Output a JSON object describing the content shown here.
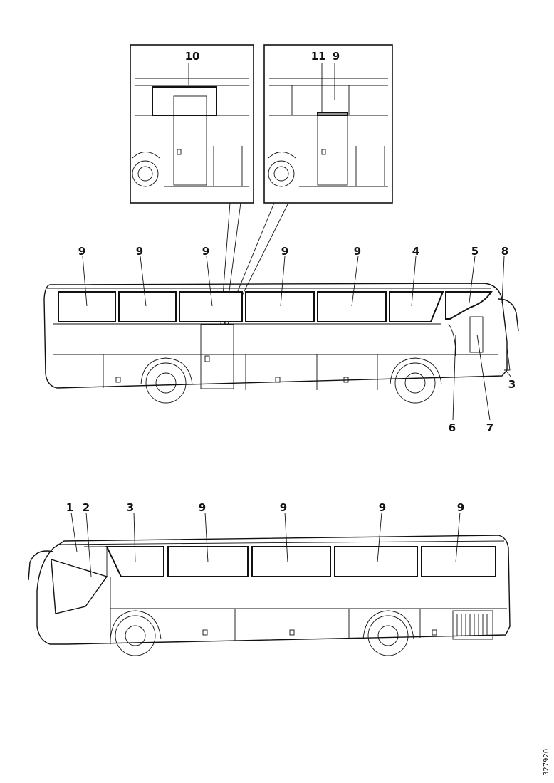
{
  "inset_left": {
    "callouts": [
      "10"
    ]
  },
  "inset_right": {
    "callouts": [
      "11",
      "9"
    ]
  },
  "side_view_upper": {
    "callouts": [
      "9",
      "9",
      "9",
      "9",
      "9",
      "4",
      "5",
      "8",
      "3",
      "6",
      "7"
    ]
  },
  "side_view_lower": {
    "callouts": [
      "1",
      "2",
      "3",
      "9",
      "9",
      "9",
      "9"
    ]
  },
  "reference_number": "327920"
}
